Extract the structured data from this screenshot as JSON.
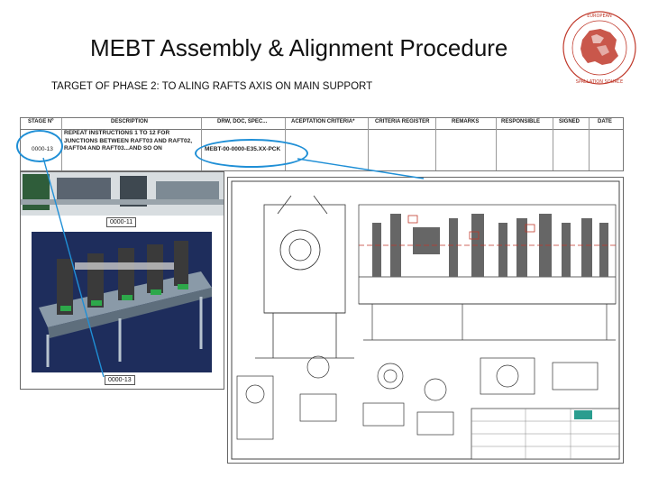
{
  "title": "MEBT Assembly & Alignment Procedure",
  "subtitle": "TARGET OF PHASE 2: TO ALING RAFTS AXIS ON MAIN SUPPORT",
  "logo": {
    "name": "ess-bilbao-seal",
    "text": "EUROPEAN SPALLATION SOURCE"
  },
  "table": {
    "headers": [
      "STAGE Nº",
      "DESCRIPTION",
      "DRW, DOC, SPEC...",
      "ACEPTATION CRITERIA*",
      "CRITERIA REGISTER",
      "REMARKS",
      "RESPONSIBLE",
      "SIGNED",
      "DATE"
    ],
    "row": {
      "stage": "0000-13",
      "description": "REPEAT INSTRUCTIONS 1 TO 12 FOR JUNCTIONS BETWEEN RAFT03 AND RAFT02, RAFT04 AND RAFT03...AND SO ON",
      "drawing": "MEBT-00-0000-E35.XX-PCK"
    }
  },
  "left_panel": {
    "top_caption": "0000-11",
    "bottom_caption": "0000-13"
  },
  "colors": {
    "highlight": "#1f8fd6",
    "connector": "#1f8fd6",
    "logo_red": "#c0392b"
  }
}
